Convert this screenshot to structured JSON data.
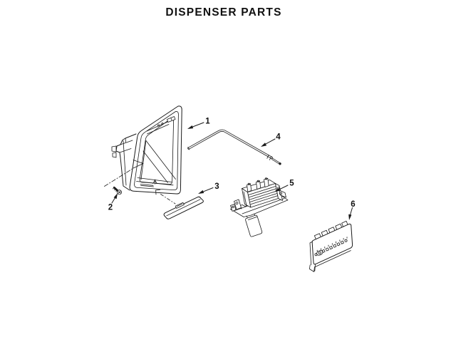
{
  "page": {
    "title": "DISPENSER PARTS"
  },
  "diagram": {
    "type": "exploded-parts-line-drawing",
    "colors": {
      "background": "#ffffff",
      "line": "#1a1a1a"
    },
    "callouts": [
      {
        "label": "1"
      },
      {
        "label": "2"
      },
      {
        "label": "3"
      },
      {
        "label": "4"
      },
      {
        "label": "5"
      },
      {
        "label": "6"
      }
    ]
  }
}
